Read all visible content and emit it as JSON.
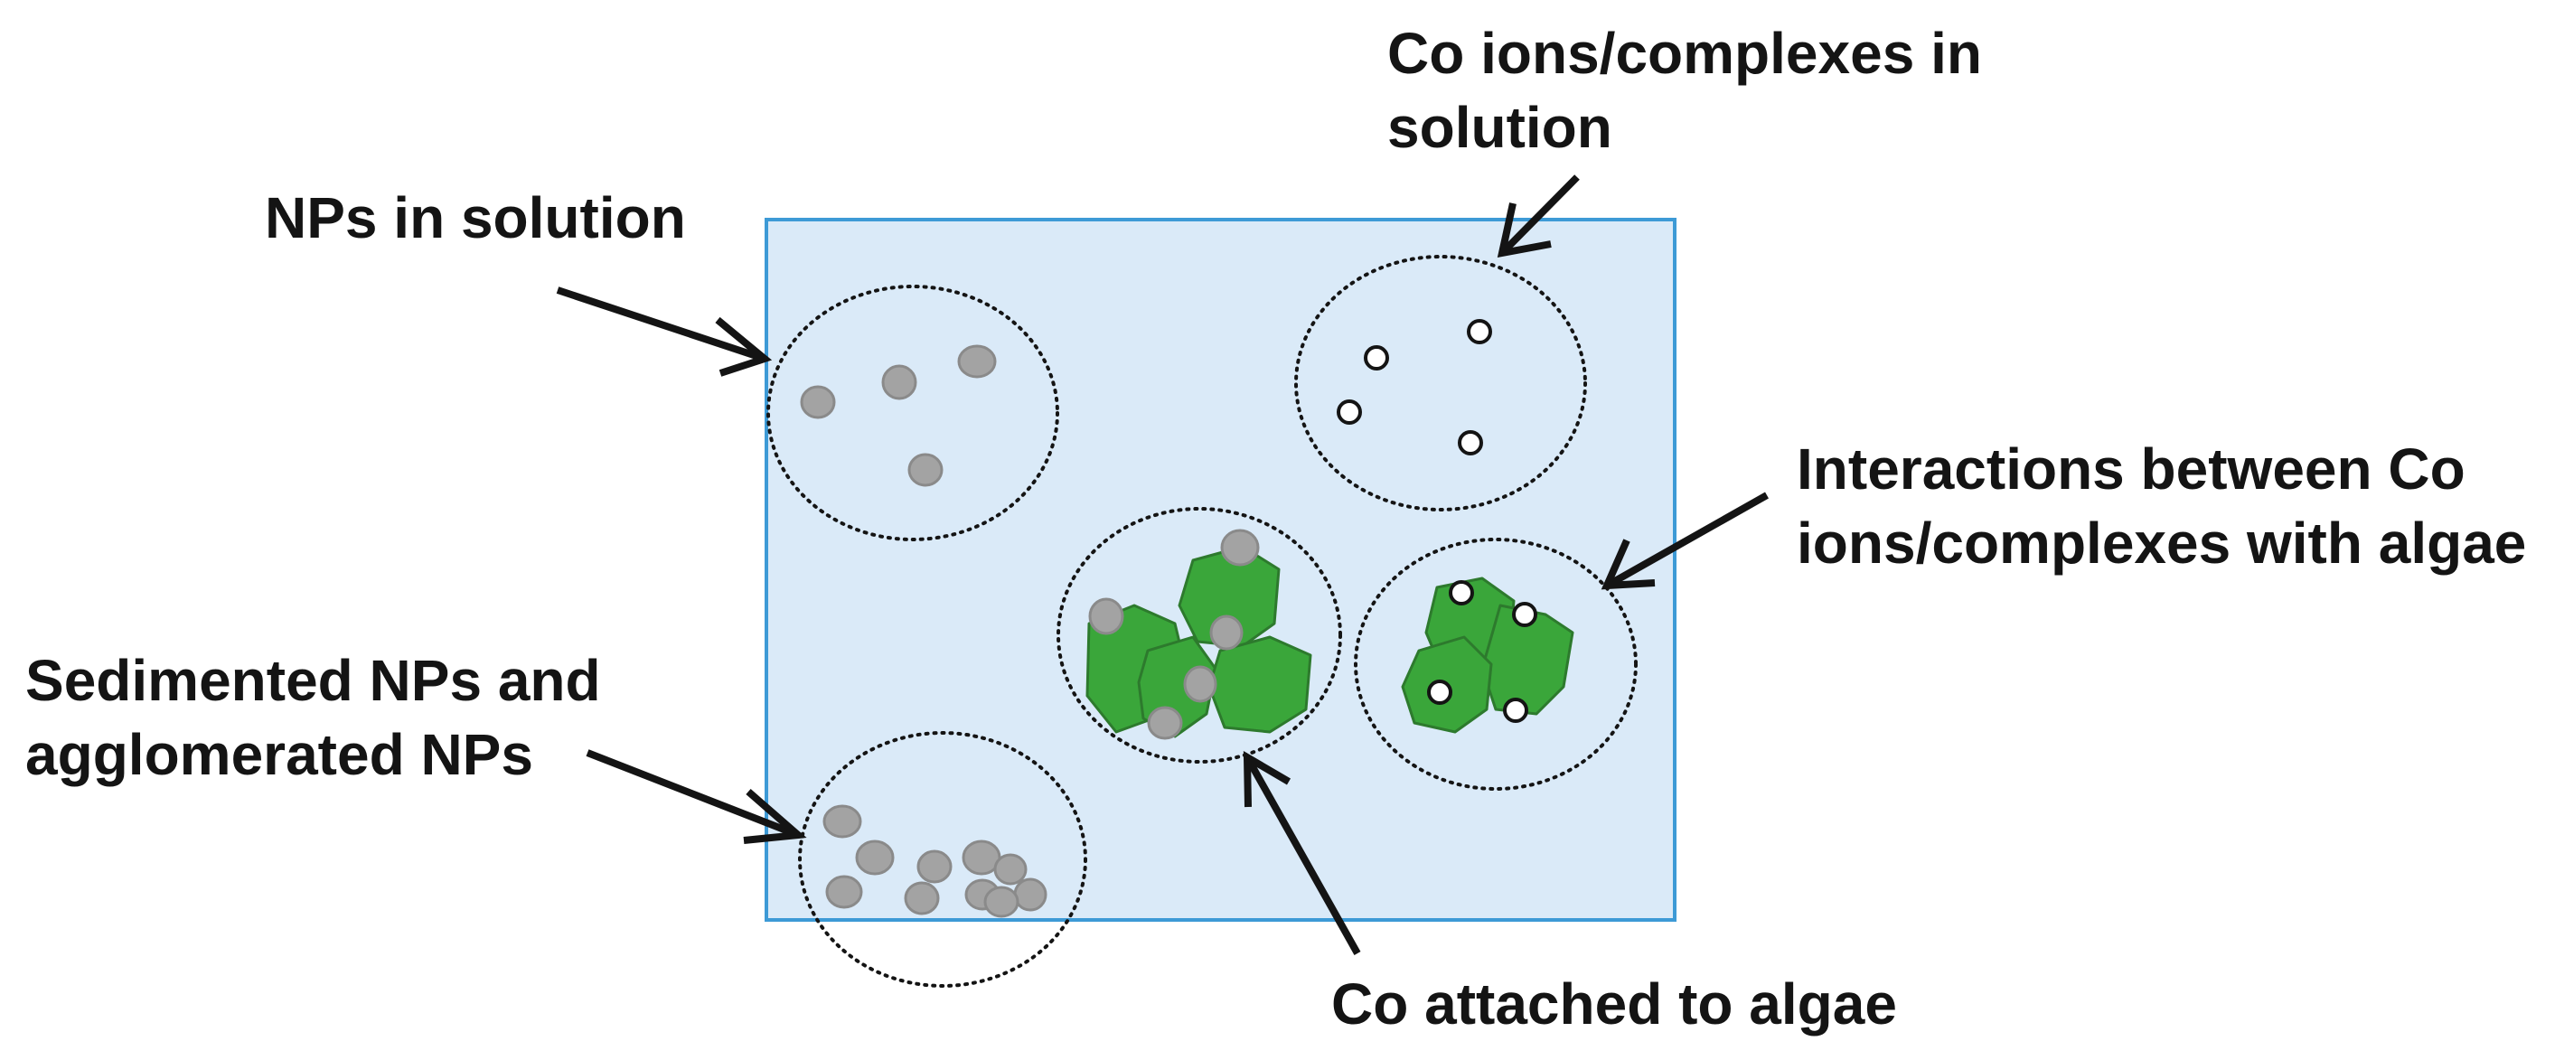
{
  "labels": {
    "co_ions_solution": "Co ions/complexes in\nsolution",
    "nps_in_solution": "NPs in solution",
    "interactions": "Interactions between Co\nions/complexes with algae",
    "sedimented": "Sedimented NPs and\nagglomerated NPs",
    "co_attached": "Co attached to algae"
  },
  "colors": {
    "water_fill": "#daeaf8",
    "water_border": "#3d9ad6",
    "nanoparticle": "#a3a3a3",
    "algae": "#3aa63a",
    "ion": "#ffffff",
    "outline": "#141414"
  }
}
